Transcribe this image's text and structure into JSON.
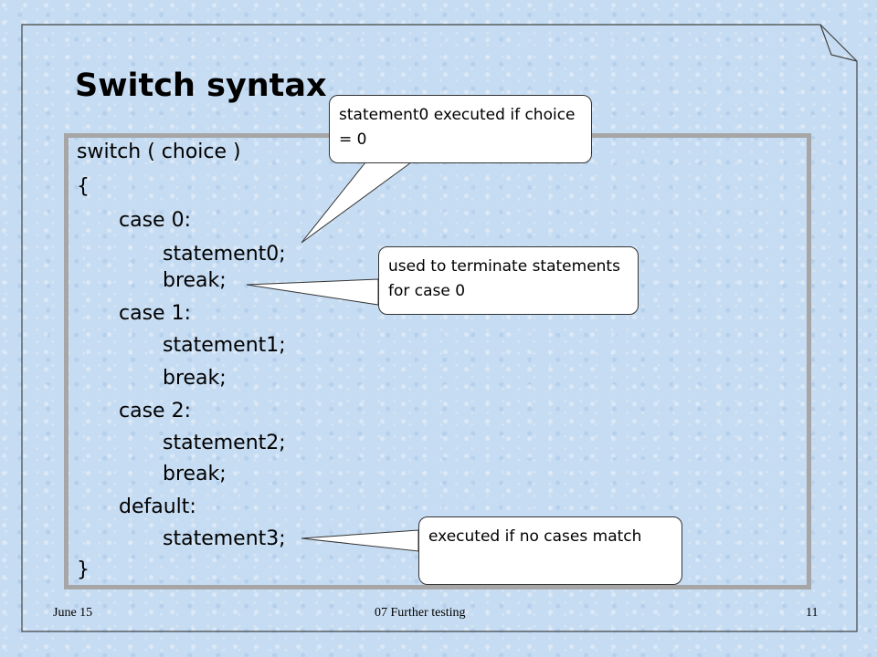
{
  "slide": {
    "title": "Switch syntax",
    "code_lines": [
      "switch ( choice )",
      "{",
      "case 0:",
      "statement0;",
      "break;",
      "case 1:",
      "statement1;",
      "break;",
      "case 2:",
      "statement2;",
      "break;",
      "default:",
      "statement3;",
      "}"
    ],
    "callouts": [
      {
        "text": "statement0 executed if choice = 0"
      },
      {
        "text": "used to terminate statements for case 0"
      },
      {
        "text": "executed if no cases match"
      }
    ]
  },
  "footer": {
    "date": "June 15",
    "center": "07 Further testing",
    "page": "11"
  },
  "colors": {
    "background": "#c6dcf2",
    "code_border": "#a6a6a6",
    "callout_fill": "#ffffff"
  }
}
